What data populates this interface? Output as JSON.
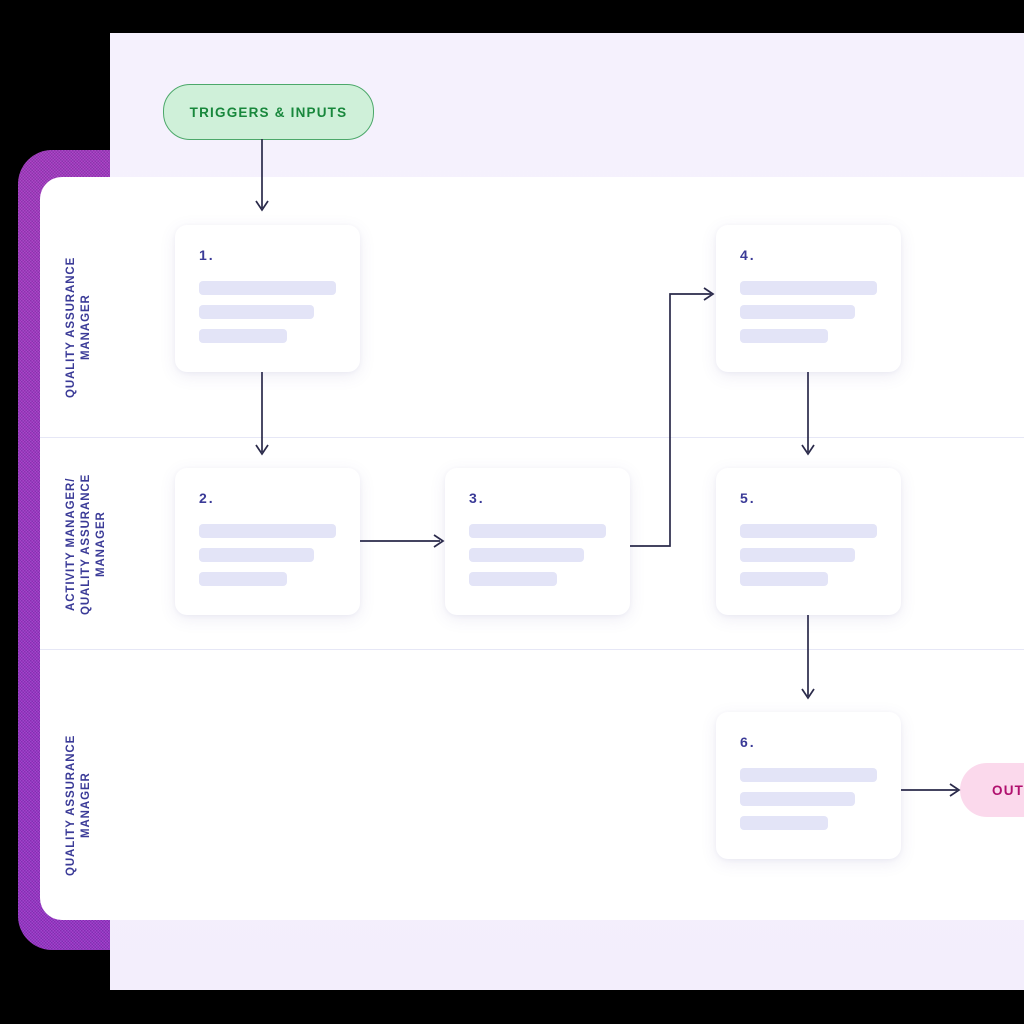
{
  "diagram": {
    "title_pill": "TRIGGERS & INPUTS",
    "output_pill": "OUTPUTS",
    "colors": {
      "accent_purple": "#8B2FBE",
      "page_background": "#F5F1FD",
      "panel": "#FFFFFF",
      "lane_label": "#3A3A97",
      "trigger_fill": "#CFF0D9",
      "trigger_border": "#4CA86A",
      "trigger_text": "#18873C",
      "output_fill": "#FBD9EC",
      "output_text": "#B0106E",
      "placeholder_bar": "#E3E4F7",
      "connector": "#2A2A4A",
      "lane_divider": "#E6E7F6"
    },
    "lanes": [
      {
        "id": "lane-1",
        "label": "QUALITY ASSURANCE\nMANAGER"
      },
      {
        "id": "lane-2",
        "label": "ACTIVITY MANAGER/\nQUALITY ASSURANCE\nMANAGER"
      },
      {
        "id": "lane-3",
        "label": "QUALITY ASSURANCE\nMANAGER"
      }
    ],
    "steps": [
      {
        "id": "step-1",
        "number": "1.",
        "lane": "lane-1"
      },
      {
        "id": "step-2",
        "number": "2.",
        "lane": "lane-2"
      },
      {
        "id": "step-3",
        "number": "3.",
        "lane": "lane-2"
      },
      {
        "id": "step-4",
        "number": "4.",
        "lane": "lane-1"
      },
      {
        "id": "step-5",
        "number": "5.",
        "lane": "lane-2"
      },
      {
        "id": "step-6",
        "number": "6.",
        "lane": "lane-3"
      }
    ],
    "connections": [
      {
        "from": "triggers-pill",
        "to": "step-1",
        "type": "straight-down"
      },
      {
        "from": "step-1",
        "to": "step-2",
        "type": "straight-down"
      },
      {
        "from": "step-2",
        "to": "step-3",
        "type": "straight-right"
      },
      {
        "from": "step-3",
        "to": "step-4",
        "type": "elbow-up-right"
      },
      {
        "from": "step-4",
        "to": "step-5",
        "type": "straight-down"
      },
      {
        "from": "step-5",
        "to": "step-6",
        "type": "straight-down"
      },
      {
        "from": "step-6",
        "to": "outputs-pill",
        "type": "straight-right"
      }
    ]
  }
}
